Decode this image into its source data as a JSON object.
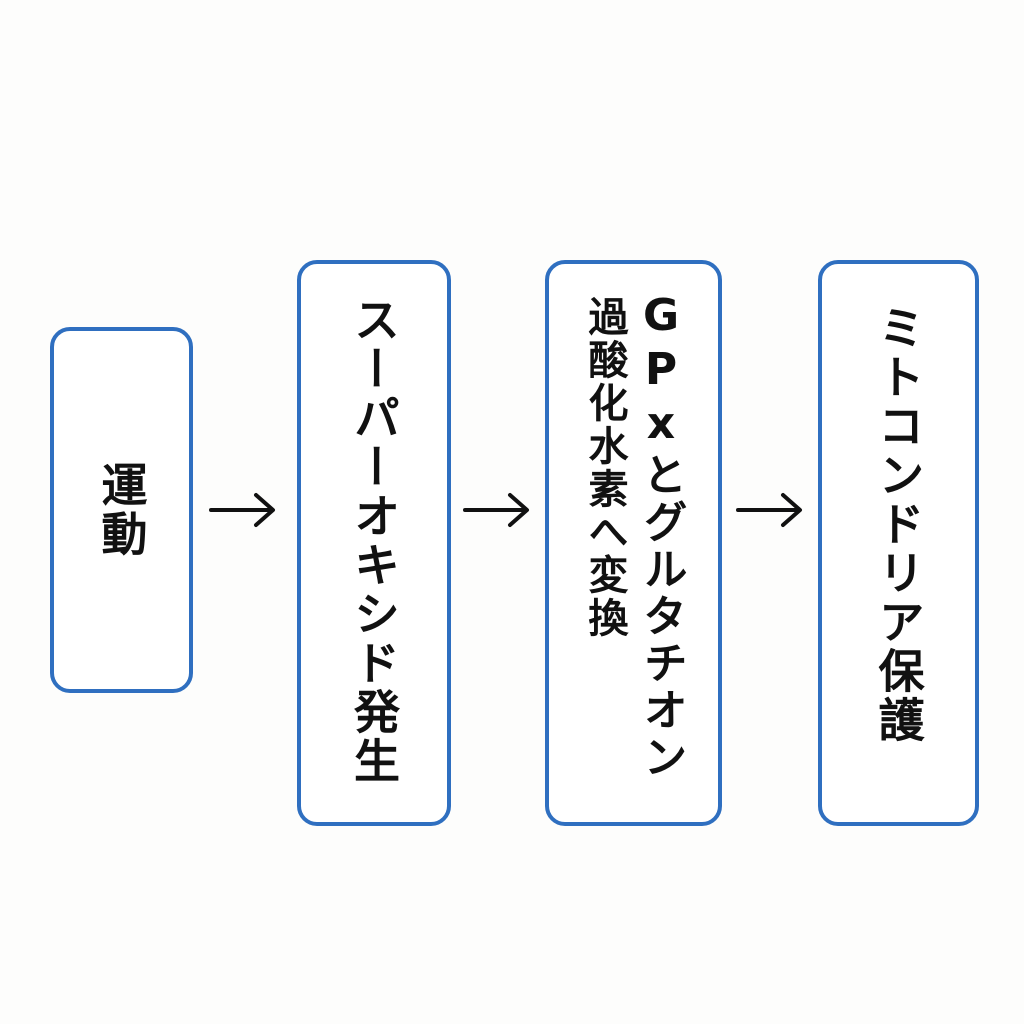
{
  "diagram": {
    "nodes": [
      {
        "id": "exercise",
        "lines": [
          "運動"
        ]
      },
      {
        "id": "superoxide",
        "lines": [
          "スーパーオキシド発生"
        ]
      },
      {
        "id": "gpx",
        "lines": [
          "GPxとグルタチオン",
          "過酸化水素へ変換"
        ]
      },
      {
        "id": "mito",
        "lines": [
          "ミトコンドリア保護"
        ]
      }
    ],
    "edges": [
      {
        "from": "exercise",
        "to": "superoxide"
      },
      {
        "from": "superoxide",
        "to": "gpx"
      },
      {
        "from": "gpx",
        "to": "mito"
      }
    ],
    "colors": {
      "box_border": "#2f6fc0",
      "arrow": "#111111",
      "text": "#111111",
      "background": "#fdfdfc"
    }
  }
}
